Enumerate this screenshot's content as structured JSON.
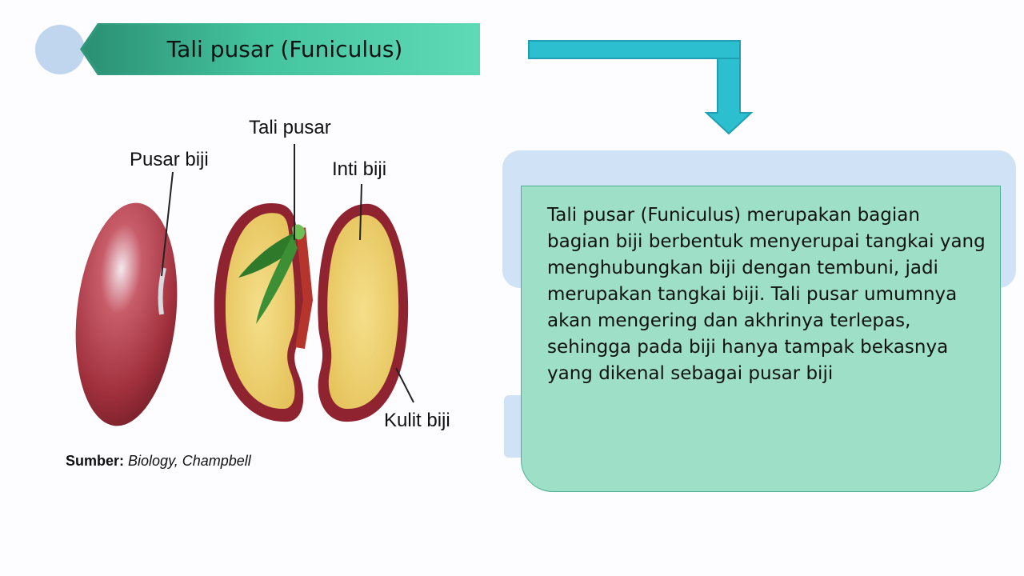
{
  "title": "Tali pusar (Funiculus)",
  "colors": {
    "banner_accent": "#44c49e",
    "content_background": "#9ee0c7",
    "arrow": "#2bbfd0",
    "panel_light": "#cfe2f6"
  },
  "figure": {
    "labels": {
      "tali_pusar": "Tali pusar",
      "pusar_biji": "Pusar biji",
      "inti_biji": "Inti biji",
      "kulit_biji": "Kulit biji"
    },
    "source_label": "Sumber:",
    "source_text": "Biology, Champbell"
  },
  "description": "Tali pusar (Funiculus) merupakan bagian bagian biji berbentuk menyerupai tangkai yang menghubungkan biji dengan tembuni, jadi merupakan tangkai biji. Tali pusar umumnya akan mengering dan akhrinya terlepas, sehingga pada biji hanya tampak bekasnya yang dikenal sebagai pusar biji",
  "icons": [
    "elbow-arrow-icon"
  ]
}
